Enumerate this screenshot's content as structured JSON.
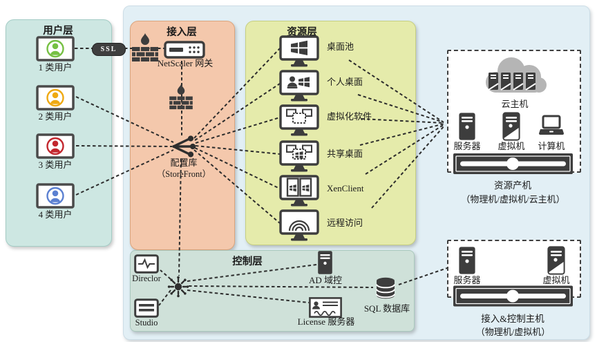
{
  "connection": {
    "ssl": "SSL"
  },
  "user_layer": {
    "title": "用户层",
    "bg": "#cde7e2",
    "items": [
      {
        "label": "1 类用户",
        "color": "#76c043"
      },
      {
        "label": "2 类用户",
        "color": "#efa912"
      },
      {
        "label": "3 类用户",
        "color": "#c2272e"
      },
      {
        "label": "4 类用户",
        "color": "#5b80d1"
      }
    ]
  },
  "access_layer": {
    "title": "接入层",
    "bg": "#f4c8ac",
    "gateway_label": "NetScaler 网关",
    "store_label": "配置库",
    "store_sub": "（StoreFront）"
  },
  "resource_layer": {
    "title": "资源层",
    "bg": "#e5ebab",
    "items": [
      "桌面池",
      "个人桌面",
      "虚拟化软件",
      "共享桌面",
      "XenClient",
      "远程访问"
    ]
  },
  "control_layer": {
    "title": "控制层",
    "bg": "#cfe1d9",
    "director": "Direclor",
    "studio": "Studio",
    "ad": "AD 域控",
    "license": "License 服务器",
    "sql": "SQL 数据库"
  },
  "resource_host": {
    "cloud_label": "云主机",
    "machines": [
      "服务器",
      "虚拟机",
      "计算机"
    ],
    "caption": "资源产机",
    "caption_sub": "（物理机/虚拟机/云主机）"
  },
  "access_host": {
    "machines": [
      "服务器",
      "虚拟机"
    ],
    "caption": "接入&控制主机",
    "caption_sub": "（物理机/虚拟机）"
  },
  "colors": {
    "icon": "#3d3d3d",
    "cloud": "#b5b5b5",
    "line": "#2c2c2c"
  }
}
